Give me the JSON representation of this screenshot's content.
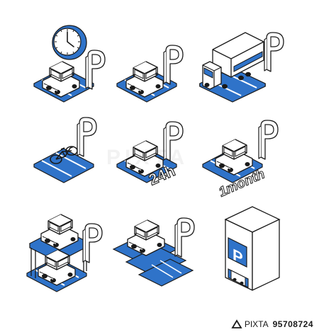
{
  "icons": {
    "badge_24h": "24h",
    "badge_month": "1month",
    "parking_letter": "P"
  },
  "footer": {
    "brand": "PIXTA",
    "image_id": "95708724"
  },
  "colors": {
    "blue": "#2f73c9",
    "line": "#1a1a1a",
    "white": "#ffffff"
  }
}
